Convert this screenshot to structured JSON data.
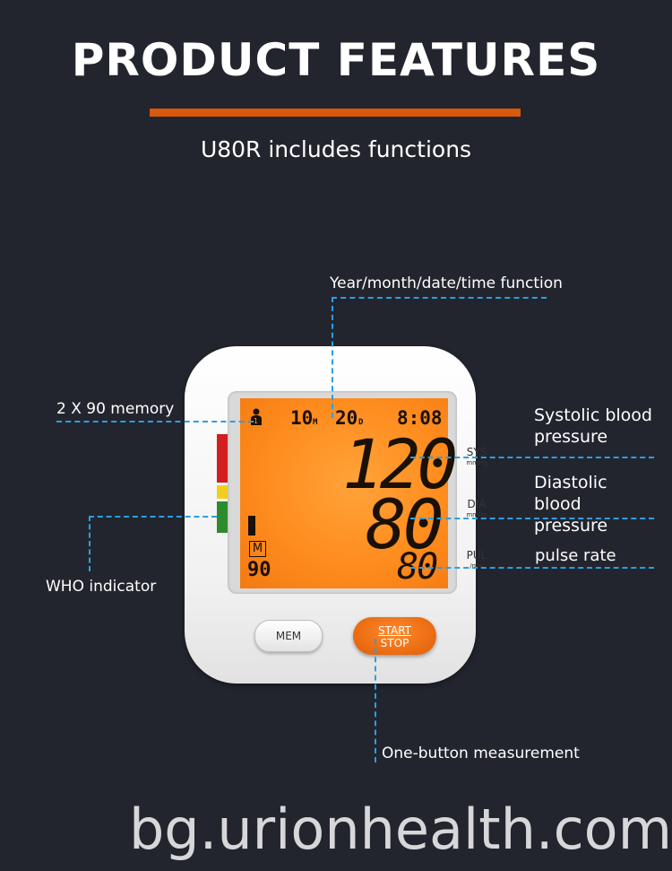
{
  "header": {
    "title": "PRODUCT FEATURES",
    "subtitle": "U80R includes functions"
  },
  "callouts": {
    "datetime": "Year/month/date/time function",
    "memory": "2 X 90 memory",
    "who": "WHO indicator",
    "systolic": "Systolic blood pressure",
    "diastolic": "Diastolic blood pressure",
    "pulse": "pulse rate",
    "one_button": "One-button measurement"
  },
  "display": {
    "user": "1",
    "month": "10",
    "month_unit": "M",
    "day": "20",
    "day_unit": "D",
    "time": "8:08",
    "systolic": "120",
    "diastolic": "80",
    "pulse": "80",
    "memory_mark": "M",
    "memory_count": "90",
    "sys_label": "SYS",
    "dia_label": "DIA",
    "pul_label": "PUL",
    "mmhg": "mmHg",
    "per_min": "/min"
  },
  "buttons": {
    "mem": "MEM",
    "start": "START",
    "stop": "STOP"
  },
  "colors": {
    "accent": "#d8580c",
    "callout_line": "#2b9fe0",
    "lcd_backlight": "#ff8c1e",
    "who_red": "#d21e1e",
    "who_yellow": "#f2cf1e",
    "who_green": "#2d8a2d"
  },
  "watermark": "bg.urionhealth.com"
}
